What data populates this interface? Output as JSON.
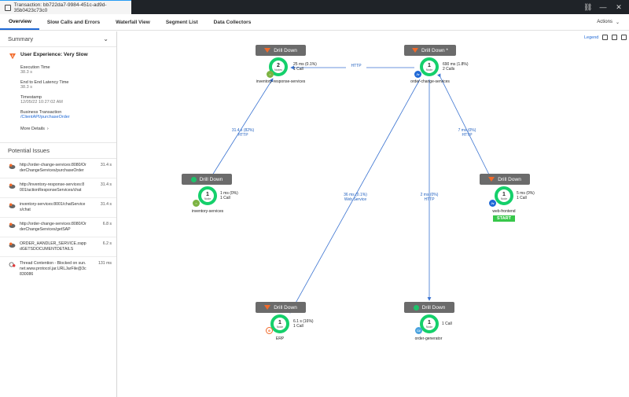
{
  "window": {
    "title": "Transaction: bb722da7-9984-451c-ad9d-35b0423c73c0"
  },
  "tabs": [
    {
      "label": "Overview",
      "active": true
    },
    {
      "label": "Slow Calls and Errors",
      "active": false
    },
    {
      "label": "Waterfall View",
      "active": false
    },
    {
      "label": "Segment List",
      "active": false
    },
    {
      "label": "Data Collectors",
      "active": false
    }
  ],
  "actions_label": "Actions",
  "summary": {
    "heading": "Summary",
    "ux": "User Experience: Very Slow",
    "fields": [
      {
        "label": "Execution Time",
        "value": "38.3 s"
      },
      {
        "label": "End to End Latency Time",
        "value": "38.3 s"
      },
      {
        "label": "Timestamp",
        "value": "12/05/22 10:27:02 AM"
      }
    ],
    "bt_label": "Business Transaction",
    "bt_value": "/ClientAPI/purchaseOrder",
    "more_details": "More Details"
  },
  "issues": {
    "heading": "Potential Issues",
    "items": [
      {
        "text": "http://order-change-services:8080/OrderChangeServices/purchaseOrder",
        "duration": "31.4 s"
      },
      {
        "text": "http://inventory-response-services:8001/actionResponseServices/chat",
        "duration": "31.4 s"
      },
      {
        "text": "inventory-services:8001/chatServices/chat",
        "duration": "31.4 s"
      },
      {
        "text": "http://order-change-services:8080/OrderChangeServices/getSAP",
        "duration": "6.8 s"
      },
      {
        "text": "ORDER_HANDLER_SERVICE.zappdGETSDOCUMENTDETAILS",
        "duration": "6.2 s"
      },
      {
        "text": "Thread Contention - Blocked on sun.net.www.protocol.jar.URLJarFile@3c830086",
        "duration": "131 ms"
      }
    ]
  },
  "legend_label": "Legend",
  "drill_label": "Drill Down",
  "drill_label_star": "Drill Down *",
  "nodes": {
    "irs": {
      "count": "2",
      "sub": "Nodes",
      "name": "inventory-response-services",
      "stats": [
        "25 ms (0.1%)",
        "1 Call"
      ]
    },
    "ocs": {
      "count": "1",
      "sub": "Node",
      "name": "order-change-services",
      "stats": [
        "690 ms (1.8%)",
        "2 Calls"
      ]
    },
    "inv": {
      "count": "1",
      "sub": "Node",
      "name": "inventory-services",
      "stats": [
        "1 ms (0%)",
        "1 Call"
      ]
    },
    "web": {
      "count": "1",
      "sub": "Node",
      "name": "web-frontend",
      "stats": [
        "5 ms (0%)",
        "1 Call"
      ],
      "start": "START"
    },
    "erp": {
      "count": "1",
      "sub": "Node",
      "name": "ERP",
      "stats": [
        "6.1 s (16%)",
        "1 Call"
      ]
    },
    "gen": {
      "count": "1",
      "sub": "Node",
      "name": "order-generator",
      "stats": [
        "1 Call"
      ]
    }
  },
  "edges": {
    "ocs_irs": [
      "HTTP"
    ],
    "inv_irs": [
      "31.4 s (82%)",
      "HTTP"
    ],
    "ocs_erp": [
      "36 ms (0.1%)",
      "Web Service"
    ],
    "ocs_gen": [
      "2 ms (0%)",
      "HTTP"
    ],
    "web_ocs": [
      "7 ms (0%)",
      "HTTP"
    ]
  },
  "colors": {
    "accent": "#1f69d6",
    "node_ring": "#15d06b",
    "warning": "#f26a2a",
    "edge": "#3a73d1",
    "start": "#37c74a"
  }
}
